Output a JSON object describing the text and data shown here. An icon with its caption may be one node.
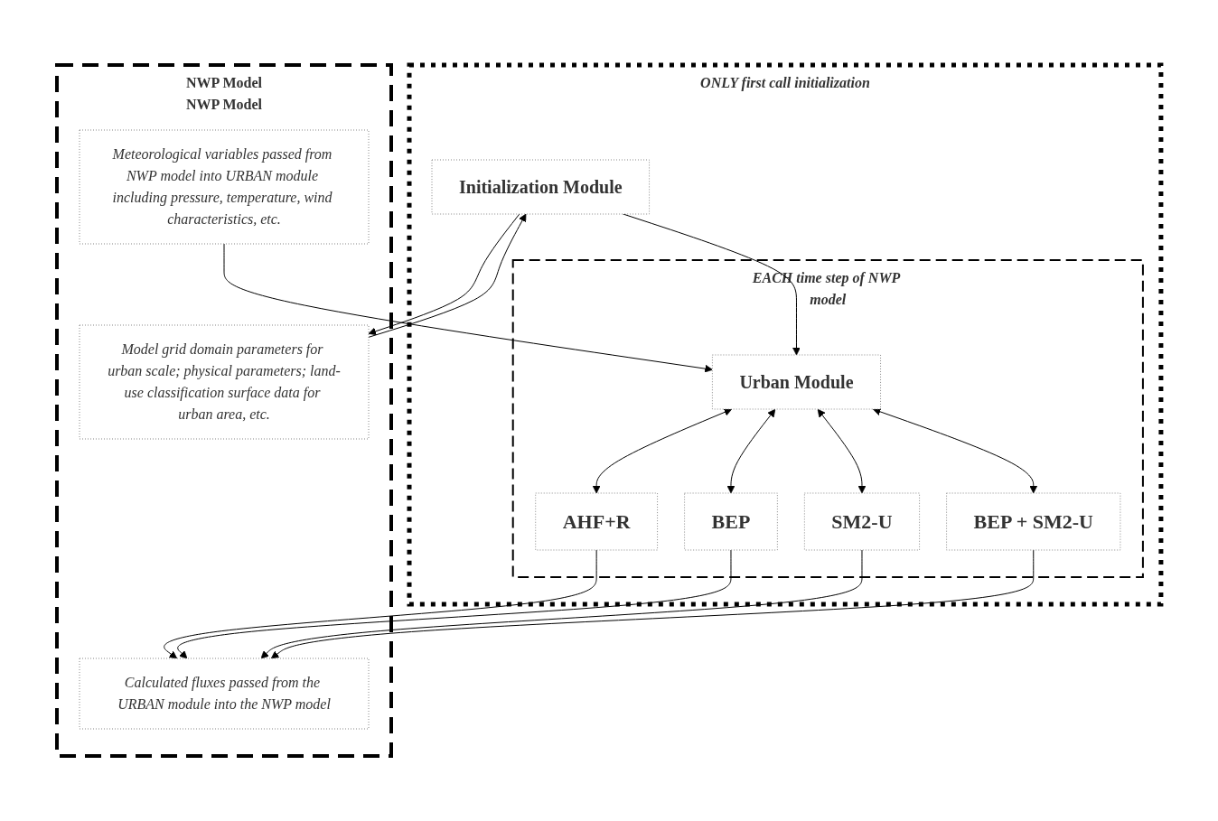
{
  "diagram": {
    "nodes": [
      {
        "text": [
          "ONLY first call initialization"
        ]
      },
      {
        "text": [
          "Initialization Module"
        ],
        "in": 0
      },
      {
        "text": [
          "EACH time step of NWP model"
        ],
        "in": 0
      },
      {
        "text": [
          "Urban Module"
        ],
        "in": 2
      },
      {
        "text": [
          "AHF+R"
        ],
        "in": 2
      },
      {
        "text": [
          "BEP"
        ],
        "in": 2
      },
      {
        "text": [
          "SM2-U"
        ],
        "in": 2
      },
      {
        "text": [
          "BEP + SM2-U"
        ],
        "in": 2
      },
      {
        "text": [
          "NWP Model",
          "NWP Model"
        ]
      },
      {
        "text": [
          "Model grid domain parameters for urban scale; physical parameters; land-use classification surface data for urban area, etc."
        ],
        "in": 8
      },
      {
        "text": [
          "Meteorological variables passed from NWP model into URBAN module including pressure, temperature, wind characteristics, etc."
        ],
        "in": 8
      },
      {
        "text": [
          "Calculated fluxes passed from the URBAN module into the NWP model"
        ],
        "in": 8
      }
    ],
    "edges": [
      {
        "from": 9,
        "to": 1,
        "arrow": "to"
      },
      {
        "from": 1,
        "to": 9,
        "arrow": "to"
      },
      {
        "from": 1,
        "to": 3,
        "arrow": "to"
      },
      {
        "from": 10,
        "to": 3,
        "arrow": "to"
      },
      {
        "from": 3,
        "to": 4,
        "arrow": "both"
      },
      {
        "from": 3,
        "to": 5,
        "arrow": "both"
      },
      {
        "from": 3,
        "to": 6,
        "arrow": "both"
      },
      {
        "from": 3,
        "to": 7,
        "arrow": "both"
      },
      {
        "from": 4,
        "to": 11,
        "arrow": "to"
      },
      {
        "from": 5,
        "to": 11,
        "arrow": "to"
      },
      {
        "from": 6,
        "to": 11,
        "arrow": "to"
      },
      {
        "from": 7,
        "to": 11,
        "arrow": "to"
      }
    ]
  }
}
